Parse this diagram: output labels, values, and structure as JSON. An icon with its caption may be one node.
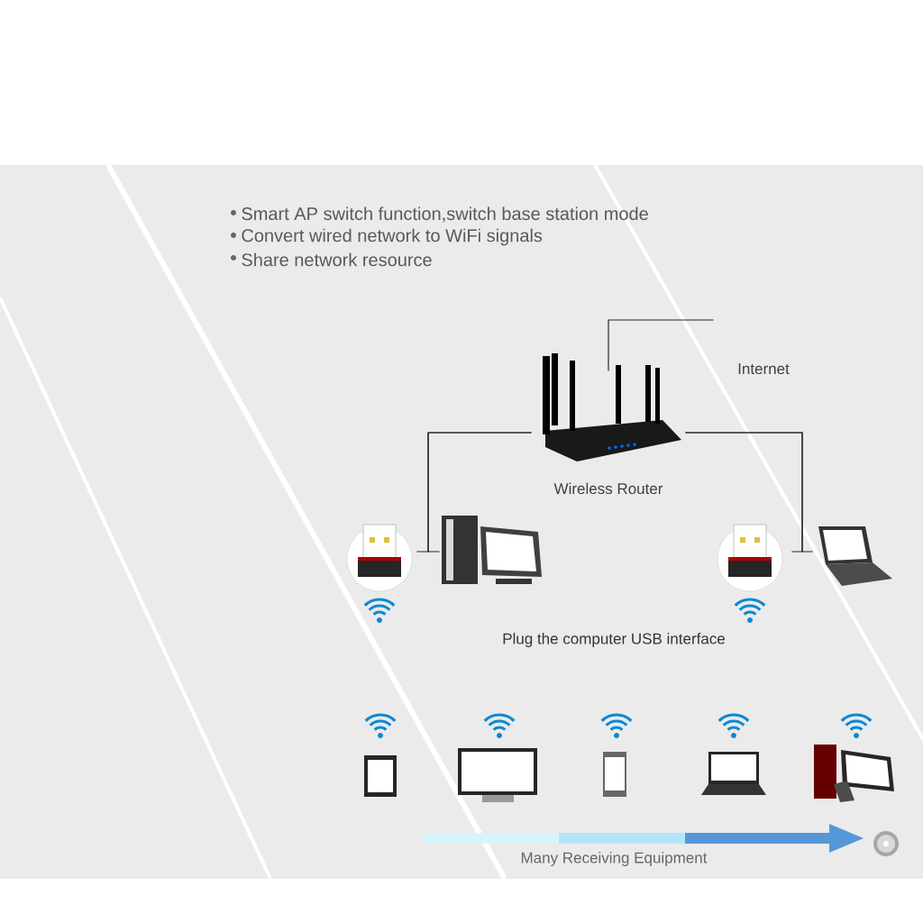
{
  "diagram": {
    "nodes": [
      {
        "text": [
          "Internet"
        ]
      },
      {
        "text": [
          "Wireless Router"
        ]
      },
      {
        "text": [],
        "shape": "picture"
      },
      {
        "text": [],
        "shape": "picture"
      },
      {
        "text": [],
        "shape": "picture"
      },
      {
        "text": [],
        "shape": "picture"
      }
    ],
    "edges": [
      {
        "from": 1,
        "to": 0,
        "arrow": "none"
      },
      {
        "from": 1,
        "to": 2,
        "arrow": "none"
      },
      {
        "from": 1,
        "to": 3,
        "arrow": "none"
      },
      {
        "from": 1,
        "to": 4,
        "arrow": "none"
      },
      {
        "from": 1,
        "to": 5,
        "arrow": "none"
      }
    ],
    "labels": [
      "Smart AP switch function,switch base station mode",
      "Convert wired network to WiFi signals",
      "Share network resource",
      "Plug the computer USB interface",
      "Many Receiving Equipment"
    ]
  }
}
